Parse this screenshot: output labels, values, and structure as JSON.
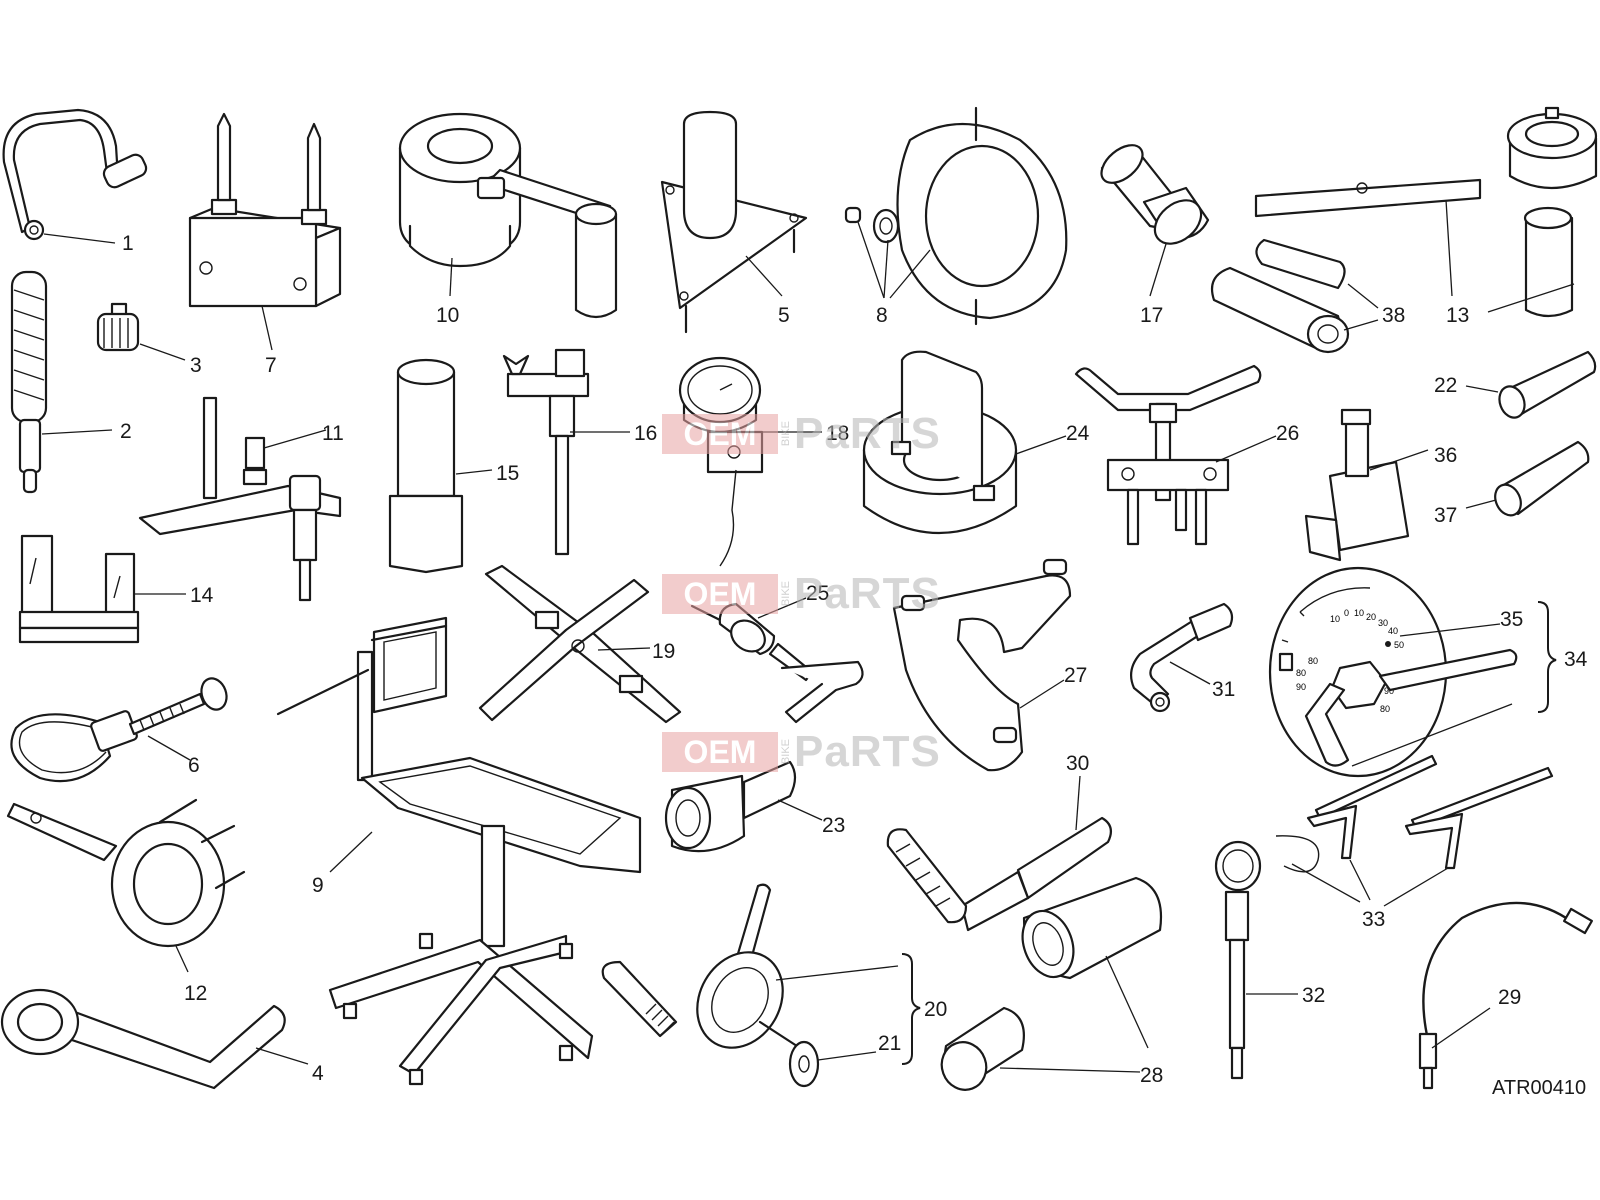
{
  "labels": {
    "n1": "1",
    "n2": "2",
    "n3": "3",
    "n4": "4",
    "n5": "5",
    "n6": "6",
    "n7": "7",
    "n8": "8",
    "n9": "9",
    "n10": "10",
    "n11": "11",
    "n12": "12",
    "n13": "13",
    "n14": "14",
    "n15": "15",
    "n16": "16",
    "n17": "17",
    "n18": "18",
    "n19": "19",
    "n20": "20",
    "n21": "21",
    "n22": "22",
    "n23": "23",
    "n24": "24",
    "n25": "25",
    "n26": "26",
    "n27": "27",
    "n28": "28",
    "n29": "29",
    "n30": "30",
    "n31": "31",
    "n32": "32",
    "n33": "33",
    "n34": "34",
    "n35": "35",
    "n36": "36",
    "n37": "37",
    "n38": "38"
  },
  "drawing_code": "ATR00410",
  "dial_scale": [
    "10",
    "0",
    "10",
    "20",
    "30",
    "40",
    "50",
    "80",
    "90",
    "80",
    "90",
    "80"
  ],
  "watermark": {
    "oem": "OEM",
    "bike": "BIKE",
    "parts": "PaRTS"
  }
}
